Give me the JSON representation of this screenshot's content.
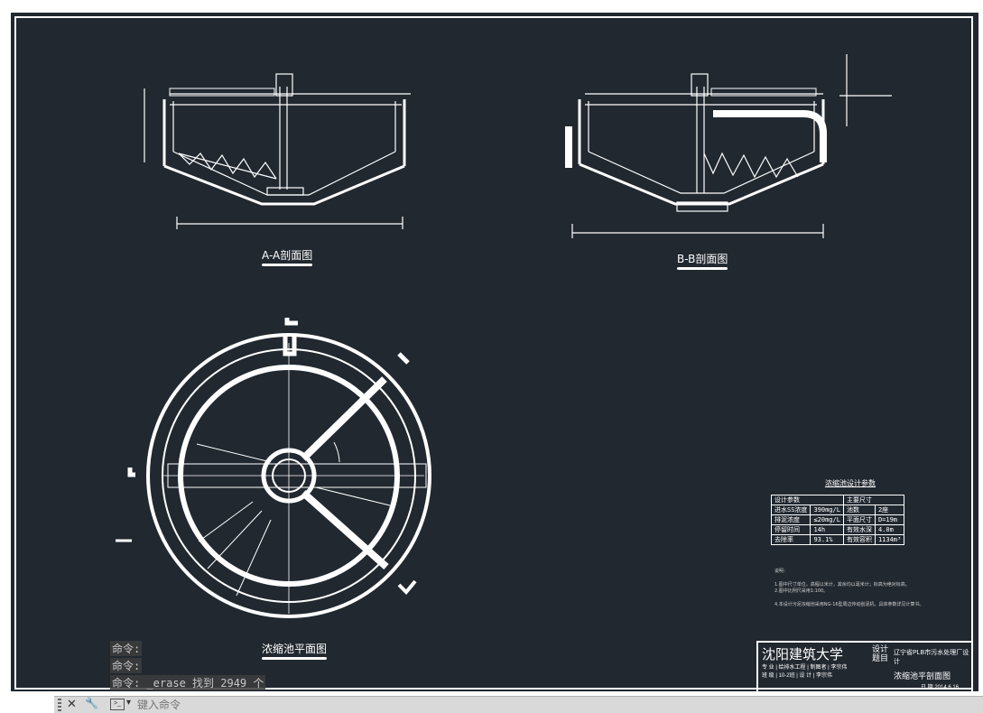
{
  "drawings": {
    "section_a_title": "A-A剖面图",
    "section_b_title": "B-B剖面图",
    "plan_title": "浓缩池平面图"
  },
  "params_table": {
    "title": "浓缩池设计参数",
    "headers": [
      "设计参数",
      "",
      "主要尺寸",
      ""
    ],
    "rows": [
      [
        "进水SS浓度",
        "390mg/L",
        "池数",
        "2座"
      ],
      [
        "排泥浓度",
        "≤20mg/L",
        "平面尺寸",
        "D=19m"
      ],
      [
        "停留时间",
        "14h",
        "有效水深",
        "4.0m"
      ],
      [
        "去除率",
        "93.1%",
        "有效容积",
        "1134m³"
      ]
    ]
  },
  "notes": {
    "heading": "说明：",
    "lines": [
      "1.图中尺寸单位，高程以米计，其余均以毫米计；标高为绝对标高。",
      "2.图中比例尺采用1:100。",
      "4.本设计污泥浓缩池采用NG-16型周边传动刮泥机，具体参数详见计算书。"
    ]
  },
  "title_block": {
    "school": "沈阳建筑大学",
    "design_label": "设计题目",
    "project": "辽宁省PLB市污水处理厂设计",
    "drawing_name": "浓缩池平剖面图",
    "row_labels": "专 业 | 给排水工程 | 制图者 | 李宗伟",
    "row_labels2": "班 级 | 10-2班 | 设 计 | 李宗伟",
    "date_label": "日 期",
    "date": "2014.6.16"
  },
  "command_history": [
    "命令:",
    "命令:",
    "命令: _erase 找到 2949 个"
  ],
  "command_input": {
    "placeholder": "键入命令"
  }
}
